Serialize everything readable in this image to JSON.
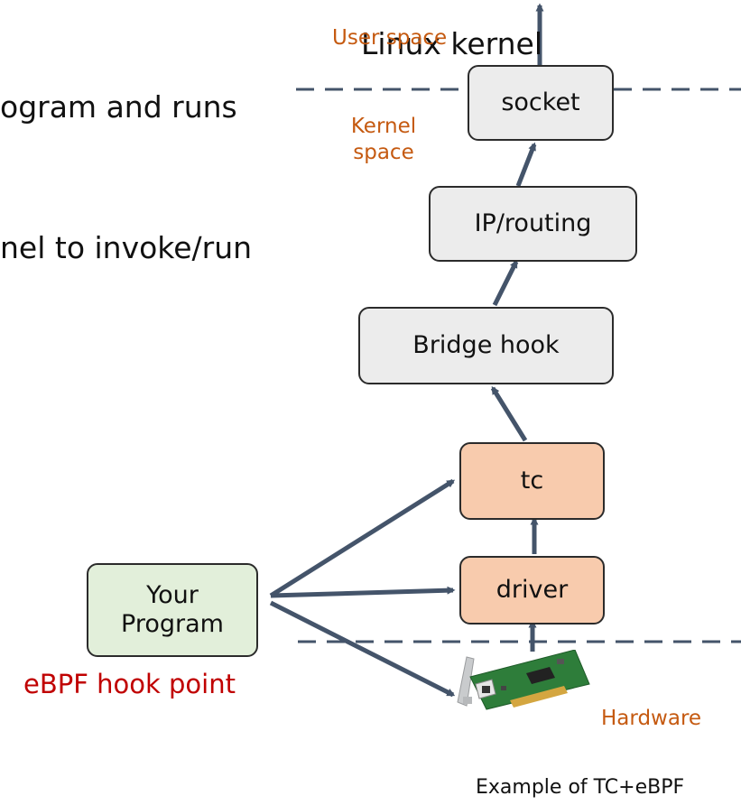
{
  "slide_text": {
    "linux_kernel": "Linux kernel",
    "line_program_runs": "ogram and runs",
    "line_invoke_run": "nel to invoke/run"
  },
  "layers": {
    "user_space": "User space",
    "kernel_space": "Kernel\nspace",
    "hardware": "Hardware"
  },
  "nodes": {
    "socket": "socket",
    "ip_routing": "IP/routing",
    "bridge_hook": "Bridge hook",
    "tc": "tc",
    "driver": "driver",
    "your_program_line1": "Your",
    "your_program_line2": "Program"
  },
  "hook_label": "eBPF hook point",
  "caption": "Example of TC+eBPF",
  "colors": {
    "arrow": "#44546a",
    "dashed_line": "#44546a",
    "orange_label": "#c55a11",
    "hook_red": "#c00000",
    "gray_box": "#ececec",
    "orange_box": "#f8cbad",
    "green_box": "#e2efda"
  }
}
